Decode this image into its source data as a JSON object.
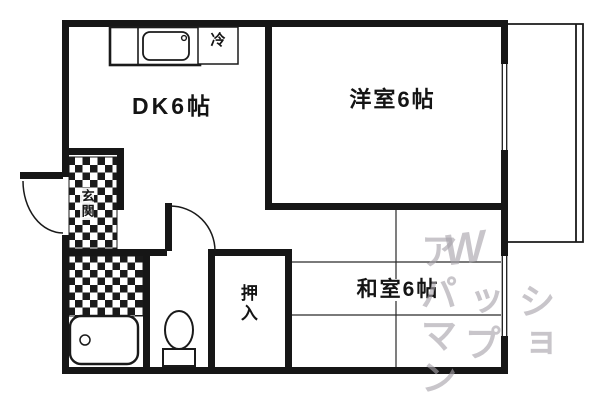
{
  "floorplan": {
    "rooms": {
      "dk": {
        "label": "DK6帖"
      },
      "western": {
        "label": "洋室6帖"
      },
      "japanese": {
        "label": "和室6帖"
      },
      "closet": {
        "label": "押入"
      },
      "entrance": {
        "label": "玄関"
      },
      "fridge": {
        "label": "冷"
      }
    },
    "watermark": {
      "line1": "アパマン",
      "line2": "ショップ",
      "logo": "W",
      "color": "#a7a3aa"
    },
    "colors": {
      "wall": "#161616",
      "line": "#1a1a1a",
      "background": "#ffffff"
    }
  }
}
